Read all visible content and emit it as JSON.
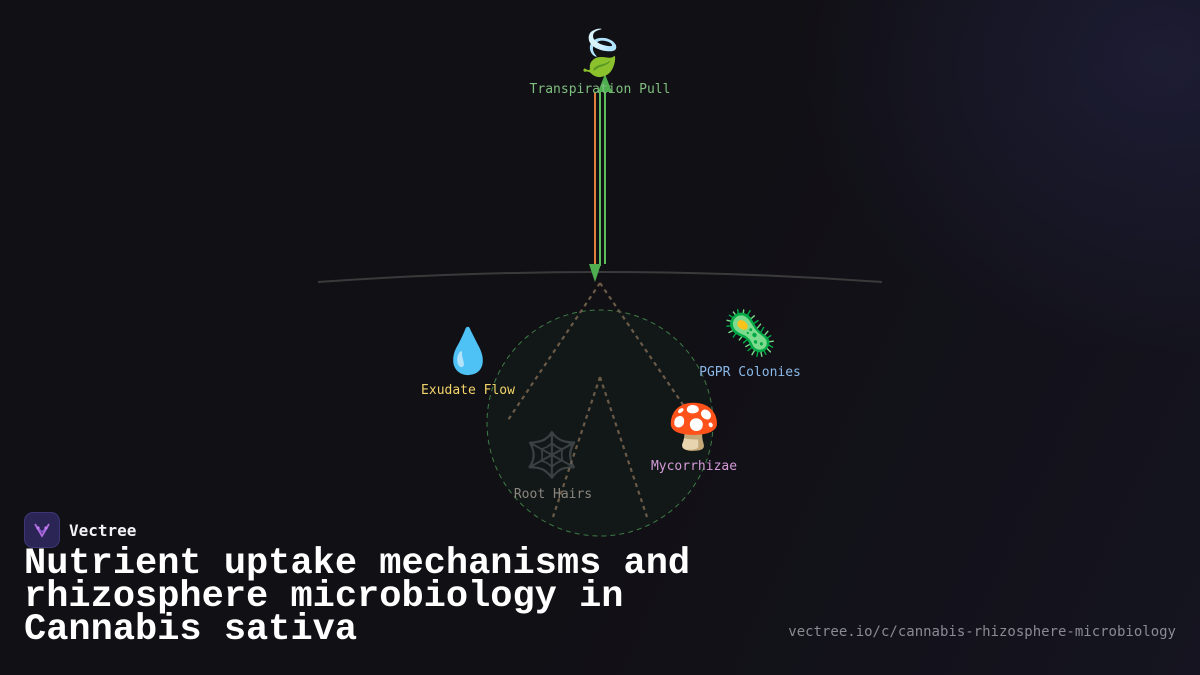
{
  "diagram": {
    "nodes": [
      {
        "id": "transpiration",
        "icon": "leaf-icon",
        "glyph": "🍃",
        "label": "Transpiration Pull",
        "color": "#7fbf7f"
      },
      {
        "id": "exudate",
        "icon": "water-drop-icon",
        "glyph": "💧",
        "label": "Exudate Flow",
        "color": "#f2d46a"
      },
      {
        "id": "pgpr",
        "icon": "microbe-icon",
        "glyph": "🦠",
        "label": "PGPR Colonies",
        "color": "#8ab8e8"
      },
      {
        "id": "mycorrhizae",
        "icon": "mushroom-icon",
        "glyph": "🍄",
        "label": "Mycorrhizae",
        "color": "#d49ad8"
      },
      {
        "id": "root_hairs",
        "icon": "web-icon",
        "glyph": "🕸️",
        "label": "Root Hairs",
        "color": "#8a857e"
      }
    ],
    "colors": {
      "soil_line": "#3a3a3a",
      "root_dashes": "#6b5a48",
      "rhizosphere_ring": "#3d7a45",
      "flow_orange": "#e0803a",
      "flow_green": "#5cbf5c"
    }
  },
  "brand": {
    "name": "Vectree",
    "logo_icon": "vectree-logo-icon"
  },
  "title": "Nutrient uptake mechanisms and rhizosphere microbiology in Cannabis sativa",
  "url": "vectree.io/c/cannabis-rhizosphere-microbiology"
}
